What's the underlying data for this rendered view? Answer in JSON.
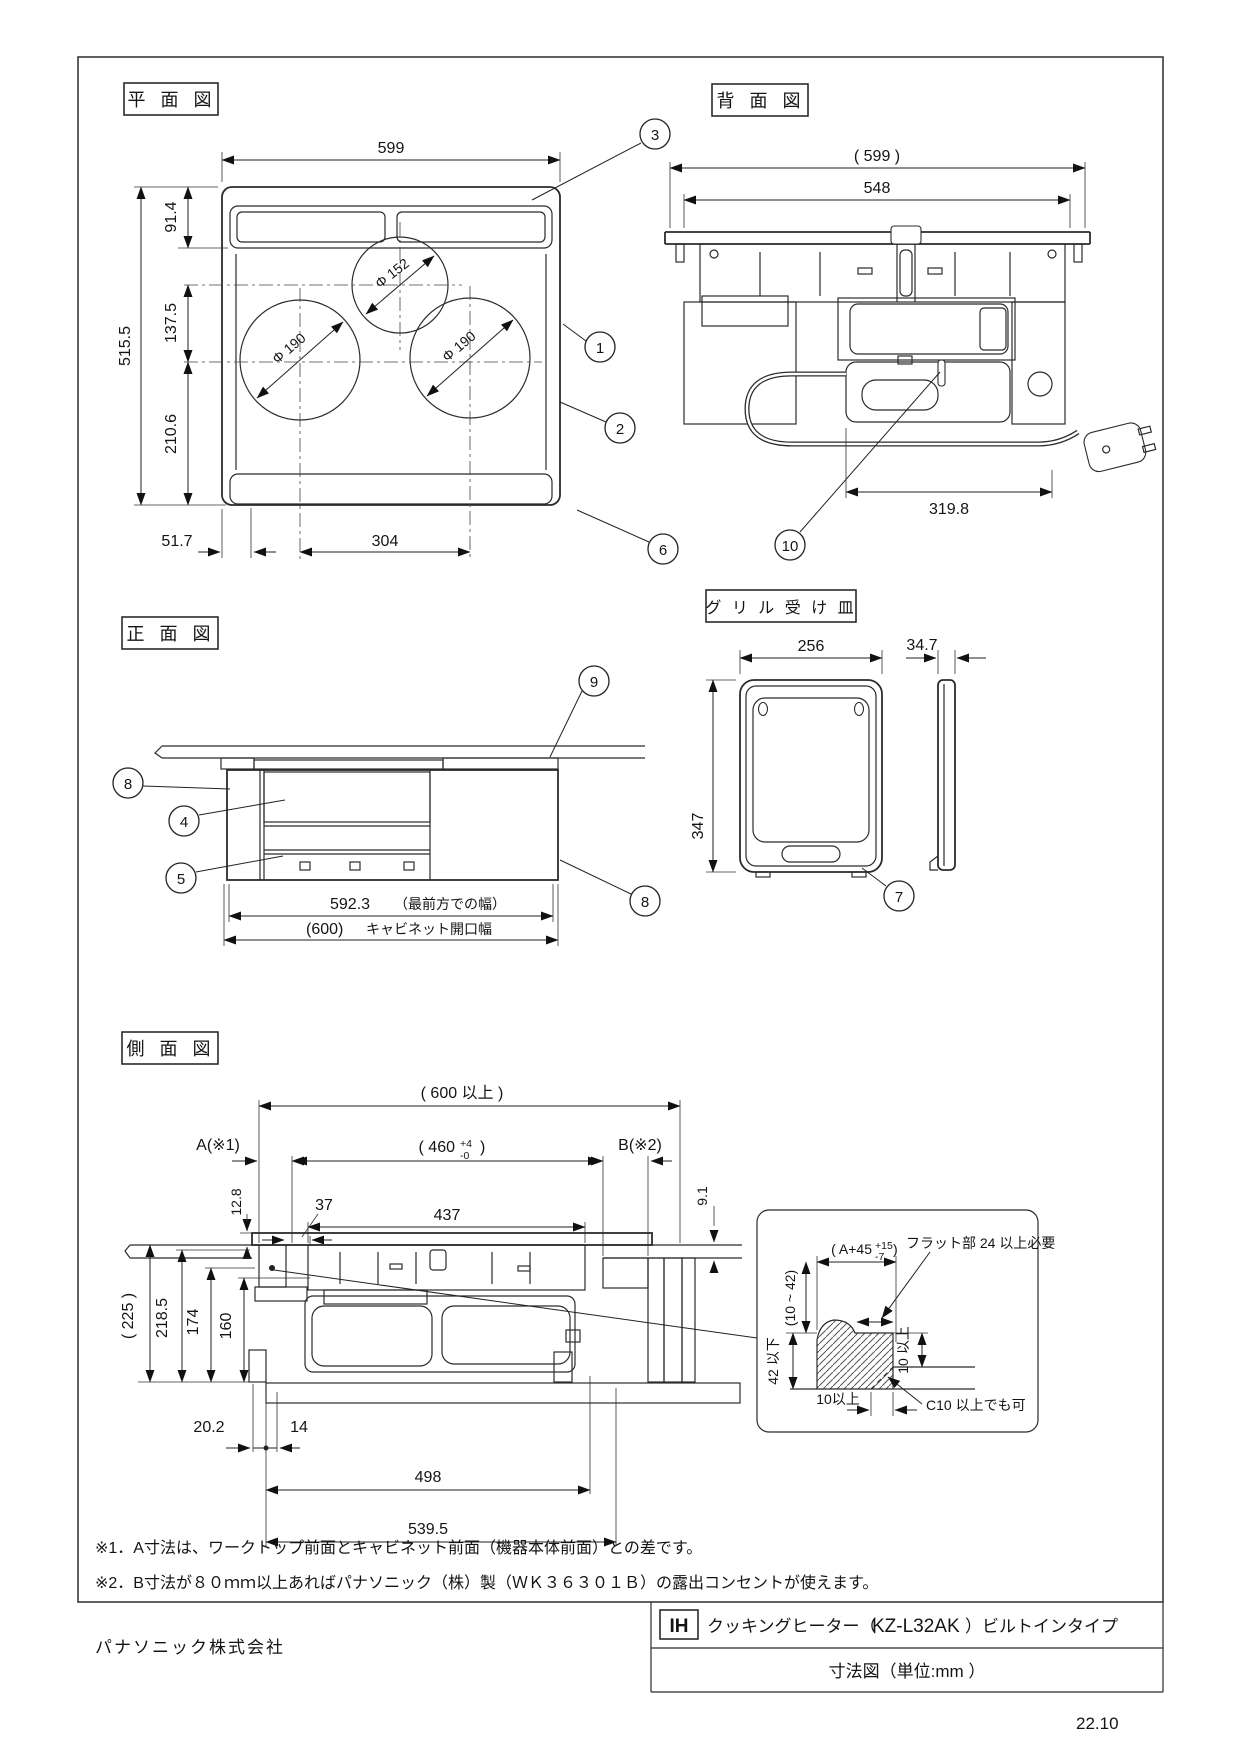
{
  "views": {
    "plan": {
      "title": "平 面 図",
      "d599": "599",
      "d914": "91.4",
      "d5155": "515.5",
      "d1375": "137.5",
      "d2106": "210.6",
      "d517": "51.7",
      "d304": "304",
      "dia152": "Φ 152",
      "dia190l": "Φ 190",
      "dia190r": "Φ 190"
    },
    "rear": {
      "title": "背 面 図",
      "d599p": "( 599 )",
      "d548": "548",
      "d3198": "319.8"
    },
    "front": {
      "title": "正 面 図",
      "d5923": "592.3",
      "d5923note": "（最前方での幅）",
      "d600": "(600)",
      "d600note": "キャビネット開口幅"
    },
    "tray": {
      "title": "グ リ ル 受 け 皿",
      "d256": "256",
      "d347s": "34.7",
      "d347": "347"
    },
    "side": {
      "title": "側 面 図",
      "d600min": "( 600 以上 )",
      "d460": "( 460",
      "d460tp": "+4",
      "d460tm": "-0",
      "d460c": ")",
      "a": "A(※1)",
      "b": "B(※2)",
      "d128": "12.8",
      "d37": "37",
      "d437": "437",
      "d91": "9.1",
      "d225": "( 225 )",
      "d2185": "218.5",
      "d174": "174",
      "d160": "160",
      "d202": "20.2",
      "d14": "14",
      "d498": "498",
      "d5395": "539.5"
    },
    "detail": {
      "a45": "( A+45",
      "a45p": "+15",
      "a45m": "-7",
      "a45c": ")",
      "flat": "フラット部 24 以上必要",
      "r1042": "(10 ~ 42)",
      "r42": "42 以下",
      "r10r": "10 以上",
      "r10b": "10以上",
      "c10": "C10 以上でも可"
    }
  },
  "notes": {
    "n1": "※1．A寸法は、ワークトップ前面とキャビネット前面（機器本体前面）との差です。",
    "n2": "※2．B寸法が８０ｍｍ以上あればパナソニック（株）製（ＷＫ３６３０１Ｂ）の露出コンセントが使えます。"
  },
  "footer": {
    "company": "パナソニック株式会社",
    "ih": "IH",
    "product_prefix": "クッキングヒーター（",
    "model": "KZ-L32AK",
    "product_suffix": "）ビルトインタイプ",
    "sheet_title": "寸法図（単位:mm ）",
    "rev": "22.10"
  },
  "callouts": [
    "1",
    "2",
    "3",
    "4",
    "5",
    "6",
    "7",
    "8",
    "9",
    "10"
  ]
}
